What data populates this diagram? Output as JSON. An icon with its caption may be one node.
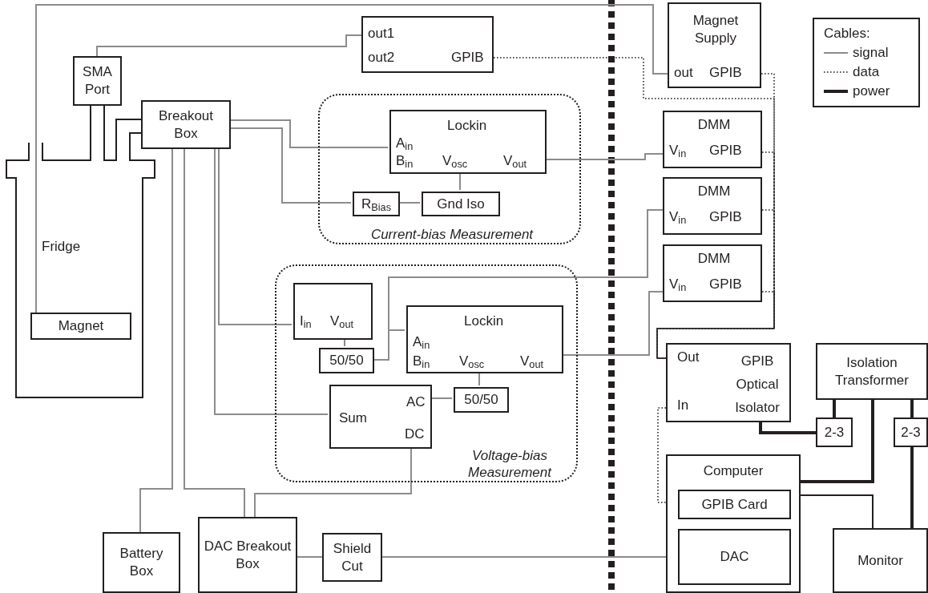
{
  "diagram": {
    "nodes": [
      {
        "text": [
          "Fridge"
        ]
      },
      {
        "text": [
          "Magnet"
        ],
        "in": 0
      },
      {
        "text": [
          "SMA Port"
        ]
      },
      {
        "text": [
          "Breakout Box"
        ]
      },
      {
        "text": [
          "out1",
          "out2",
          "GPIB"
        ]
      },
      {
        "text": [
          "Magnet Supply",
          "out",
          "GPIB"
        ]
      },
      {
        "text": [
          "Current-bias Measurement"
        ]
      },
      {
        "text": [
          "Lockin",
          "A$_{in}$",
          "B$_{in}$",
          "V$_{osc}$",
          "V$_{out}$"
        ],
        "in": 6
      },
      {
        "text": [
          "R$_{Bias}$"
        ],
        "in": 6
      },
      {
        "text": [
          "Gnd Iso"
        ],
        "in": 6
      },
      {
        "text": [
          "DMM",
          "V$_{in}$",
          "GPIB"
        ]
      },
      {
        "text": [
          "DMM",
          "V$_{in}$",
          "GPIB"
        ]
      },
      {
        "text": [
          "DMM",
          "V$_{in}$",
          "GPIB"
        ]
      },
      {
        "text": [
          "Voltage-bias Measurement"
        ]
      },
      {
        "text": [
          "I$_{in}$",
          "V$_{out}$"
        ],
        "in": 13
      },
      {
        "text": [
          "50/50"
        ],
        "in": 13
      },
      {
        "text": [
          "Lockin",
          "A$_{in}$",
          "B$_{in}$",
          "V$_{osc}$",
          "V$_{out}$"
        ],
        "in": 13
      },
      {
        "text": [
          "Sum",
          "AC",
          "DC"
        ],
        "in": 13
      },
      {
        "text": [
          "50/50"
        ],
        "in": 13
      },
      {
        "text": [
          "Battery Box"
        ]
      },
      {
        "text": [
          "DAC Breakout Box"
        ]
      },
      {
        "text": [
          "Shield Cut"
        ]
      },
      {
        "text": [
          "Out",
          "In",
          "GPIB Optical Isolator"
        ]
      },
      {
        "text": [
          "Isolation Transformer"
        ]
      },
      {
        "text": [
          "2-3"
        ]
      },
      {
        "text": [
          "2-3"
        ]
      },
      {
        "text": [
          "Computer"
        ]
      },
      {
        "text": [
          "GPIB Card"
        ],
        "in": 26
      },
      {
        "text": [
          "DAC"
        ],
        "in": 26
      },
      {
        "text": [
          "Monitor"
        ]
      }
    ],
    "edges": [
      {
        "from": 2,
        "to": 4,
        "arrow": "none"
      },
      {
        "from": 1,
        "to": 5,
        "arrow": "none"
      },
      {
        "from": 3,
        "to": 7,
        "arrow": "none"
      },
      {
        "from": 3,
        "to": 8,
        "arrow": "none"
      },
      {
        "from": 8,
        "to": 9,
        "arrow": "none"
      },
      {
        "from": 9,
        "to": 7,
        "arrow": "none"
      },
      {
        "from": 7,
        "to": 10,
        "arrow": "none"
      },
      {
        "from": 3,
        "to": 14,
        "arrow": "none"
      },
      {
        "from": 14,
        "to": 15,
        "arrow": "none"
      },
      {
        "from": 15,
        "to": 16,
        "arrow": "none"
      },
      {
        "from": 15,
        "to": 11,
        "arrow": "none"
      },
      {
        "from": 16,
        "to": 12,
        "arrow": "none"
      },
      {
        "from": 16,
        "to": 18,
        "arrow": "none"
      },
      {
        "from": 18,
        "to": 17,
        "arrow": "none"
      },
      {
        "from": 3,
        "to": 17,
        "arrow": "none"
      },
      {
        "from": 3,
        "to": 19,
        "arrow": "none"
      },
      {
        "from": 3,
        "to": 20,
        "arrow": "none"
      },
      {
        "from": 17,
        "to": 20,
        "arrow": "none"
      },
      {
        "from": 20,
        "to": 21,
        "arrow": "none"
      },
      {
        "from": 21,
        "to": 28,
        "arrow": "none"
      },
      {
        "from": 26,
        "to": 29,
        "arrow": "none",
        "color": "#231f20"
      },
      {
        "from": 22,
        "to": 24,
        "arrow": "none",
        "style": "thick",
        "color": "#231f20"
      },
      {
        "from": 23,
        "to": 24,
        "arrow": "none",
        "style": "thick",
        "color": "#231f20"
      },
      {
        "from": 23,
        "to": 26,
        "arrow": "none",
        "style": "thick",
        "color": "#231f20"
      },
      {
        "from": 23,
        "to": 25,
        "arrow": "none",
        "style": "thick",
        "color": "#231f20"
      },
      {
        "from": 25,
        "to": 29,
        "arrow": "none",
        "style": "thick",
        "color": "#231f20"
      },
      {
        "from": 4,
        "to": 22,
        "arrow": "none",
        "style": "dashed",
        "color": "#231f20"
      },
      {
        "from": 5,
        "to": 22,
        "arrow": "none",
        "style": "dashed",
        "color": "#231f20"
      },
      {
        "from": 10,
        "to": 22,
        "arrow": "none",
        "style": "dashed",
        "color": "#231f20"
      },
      {
        "from": 11,
        "to": 22,
        "arrow": "none",
        "style": "dashed",
        "color": "#231f20"
      },
      {
        "from": 12,
        "to": 22,
        "arrow": "none",
        "style": "dashed",
        "color": "#231f20"
      },
      {
        "from": 22,
        "to": 27,
        "arrow": "none",
        "style": "dashed",
        "color": "#231f20"
      }
    ],
    "labels": [
      "Cables:"
    ],
    "legend": [
      {
        "text": "signal"
      },
      {
        "text": "data"
      },
      {
        "text": "power"
      }
    ]
  }
}
